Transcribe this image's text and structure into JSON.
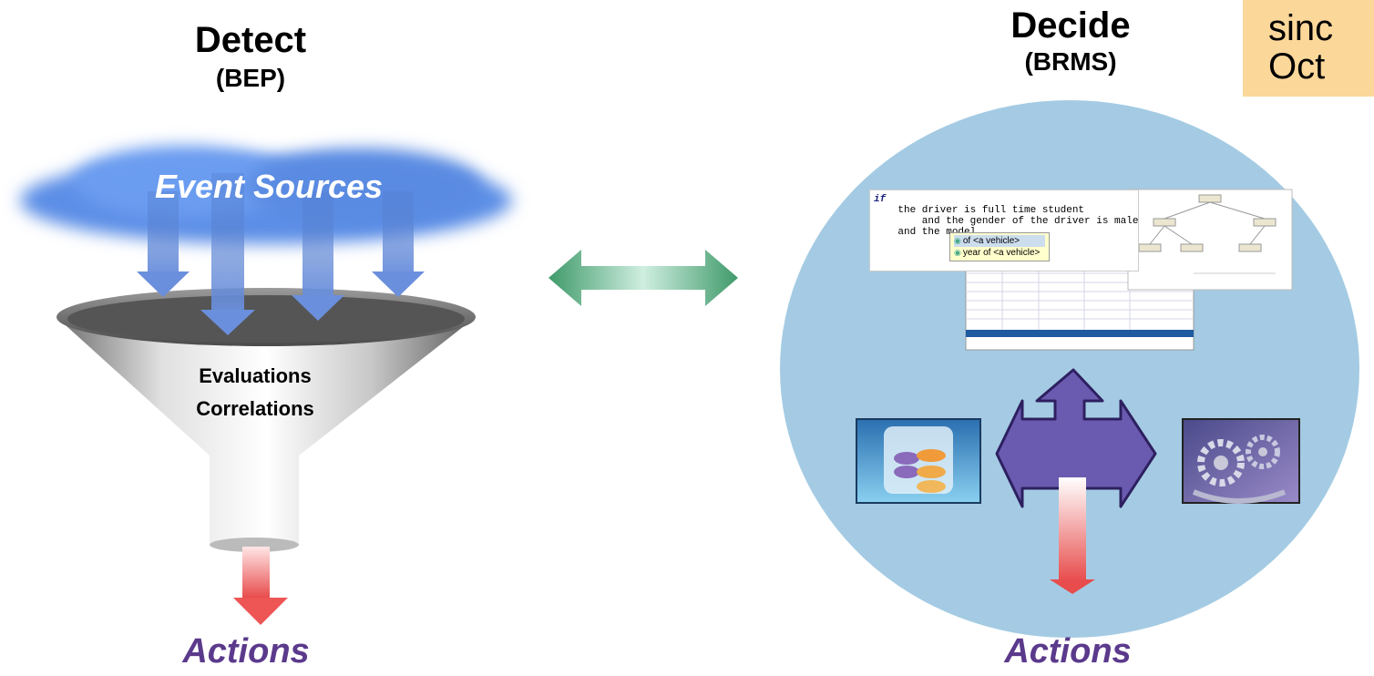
{
  "left": {
    "title": "Detect",
    "subtitle": "(BEP)",
    "cloud_label": "Event Sources",
    "funnel_line1": "Evaluations",
    "funnel_line2": "Correlations",
    "output_label": "Actions"
  },
  "right": {
    "title": "Decide",
    "subtitle": "(BRMS)",
    "output_label": "Actions",
    "rule_lines": [
      "if",
      "    the driver is full time student",
      "        and the gender of the driver is male",
      "    and the model"
    ],
    "autocomplete": [
      "of <a vehicle>",
      "year of <a vehicle>"
    ]
  },
  "note": {
    "line1": "sinc",
    "line2": "Oct"
  },
  "colors": {
    "circle": "#a4cbe3",
    "note_bg": "#fbd79a",
    "actions_text": "#5b3a8c",
    "cross_arrow": "#6a5bb0",
    "double_arrow": "#5aaa7a",
    "down_arrow": "#e84c4c",
    "blue_arrows": "#6a8fdc"
  },
  "icons": [
    "cloud-icon",
    "funnel-icon",
    "database-icon",
    "gears-icon",
    "double-arrow-icon",
    "cross-arrow-icon"
  ]
}
